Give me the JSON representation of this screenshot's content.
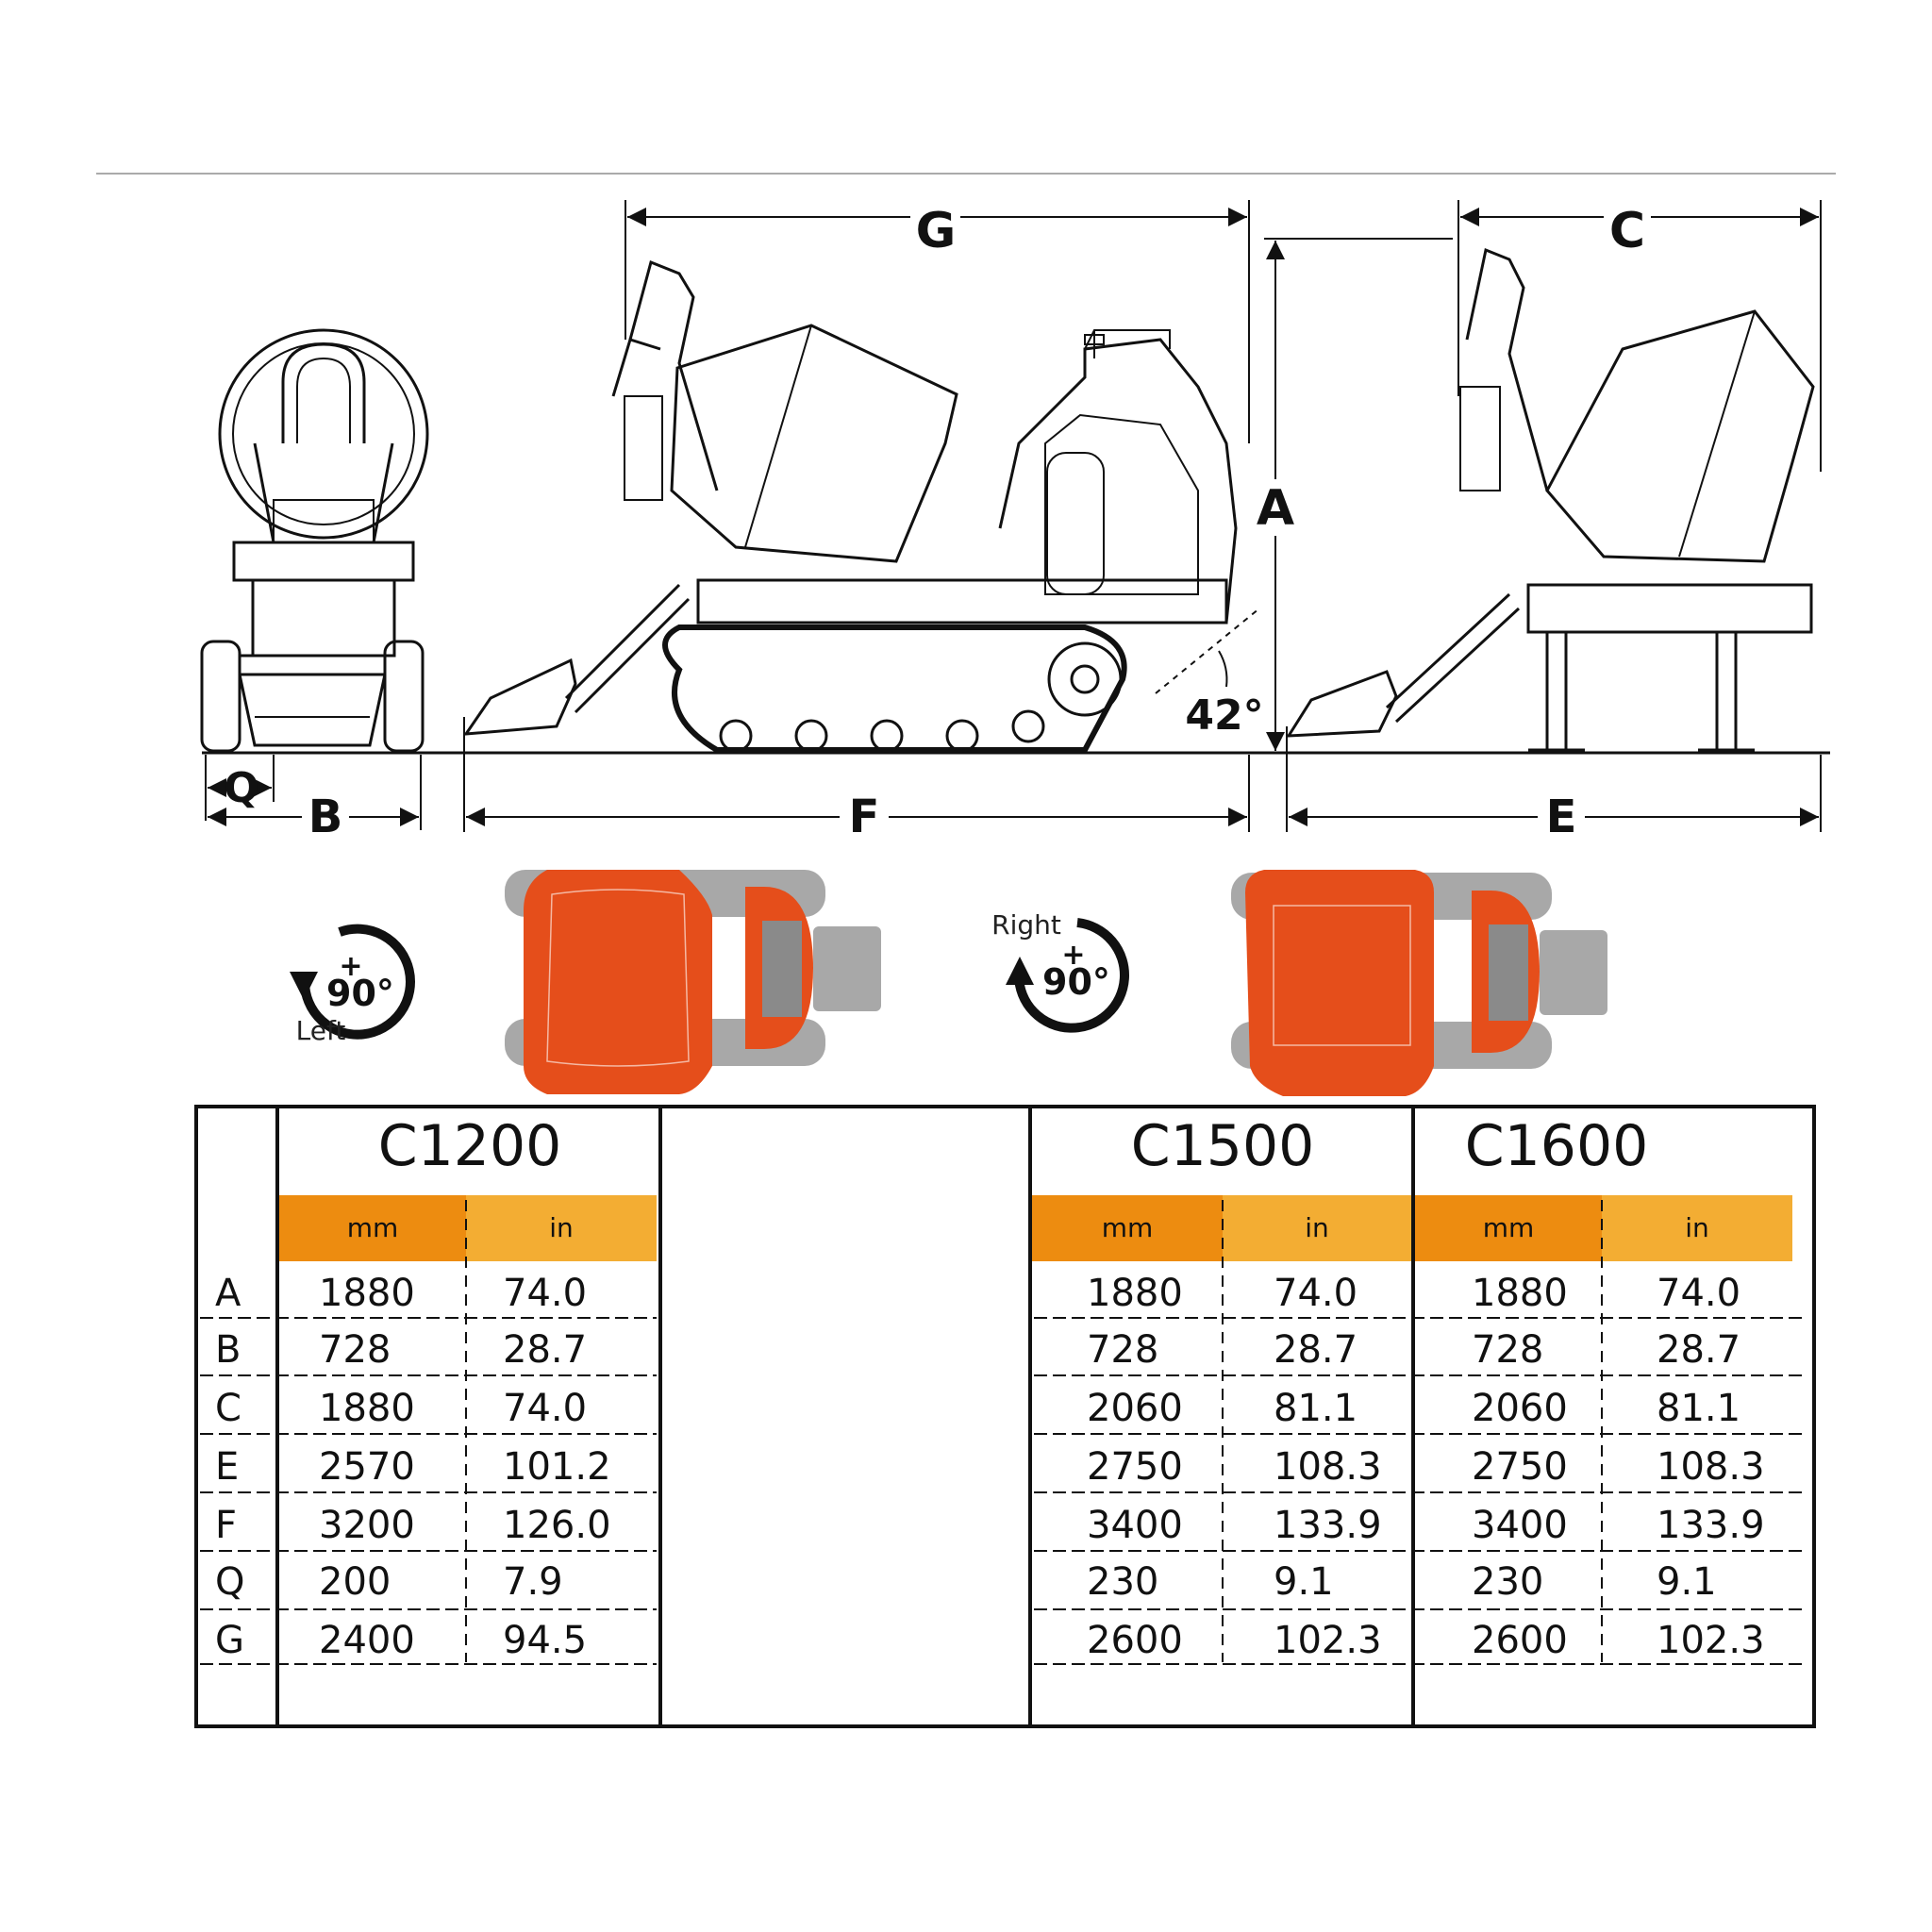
{
  "dimension_labels": {
    "A": "A",
    "B": "B",
    "C": "C",
    "E": "E",
    "F": "F",
    "G": "G",
    "Q": "Q",
    "angle": "42°"
  },
  "rotation": {
    "left": {
      "sign": "+",
      "degrees": "90°",
      "direction": "Left"
    },
    "right": {
      "sign": "+",
      "degrees": "90°",
      "direction": "Right"
    }
  },
  "colors": {
    "machine_orange": "#e54e1b",
    "header_dark_orange": "#ed8c10",
    "header_light_orange": "#f3ad33",
    "track_gray": "#a8a8a8",
    "engine_gray": "#8a8a8a"
  },
  "table": {
    "row_labels": [
      "A",
      "B",
      "C",
      "E",
      "F",
      "Q",
      "G"
    ],
    "models": [
      {
        "name": "C1200",
        "unit_mm": "mm",
        "unit_in": "in",
        "mm": [
          "1880",
          "728",
          "1880",
          "2570",
          "3200",
          "200",
          "2400"
        ],
        "in": [
          "74.0",
          "28.7",
          "74.0",
          "101.2",
          "126.0",
          "7.9",
          "94.5"
        ]
      },
      {
        "name": "C1500",
        "unit_mm": "mm",
        "unit_in": "in",
        "mm": [
          "1880",
          "728",
          "2060",
          "2750",
          "3400",
          "230",
          "2600"
        ],
        "in": [
          "74.0",
          "28.7",
          "81.1",
          "108.3",
          "133.9",
          "9.1",
          "102.3"
        ]
      },
      {
        "name": "C1600",
        "unit_mm": "mm",
        "unit_in": "in",
        "mm": [
          "1880",
          "728",
          "2060",
          "2750",
          "3400",
          "230",
          "2600"
        ],
        "in": [
          "74.0",
          "28.7",
          "81.1",
          "108.3",
          "133.9",
          "9.1",
          "102.3"
        ]
      }
    ]
  }
}
